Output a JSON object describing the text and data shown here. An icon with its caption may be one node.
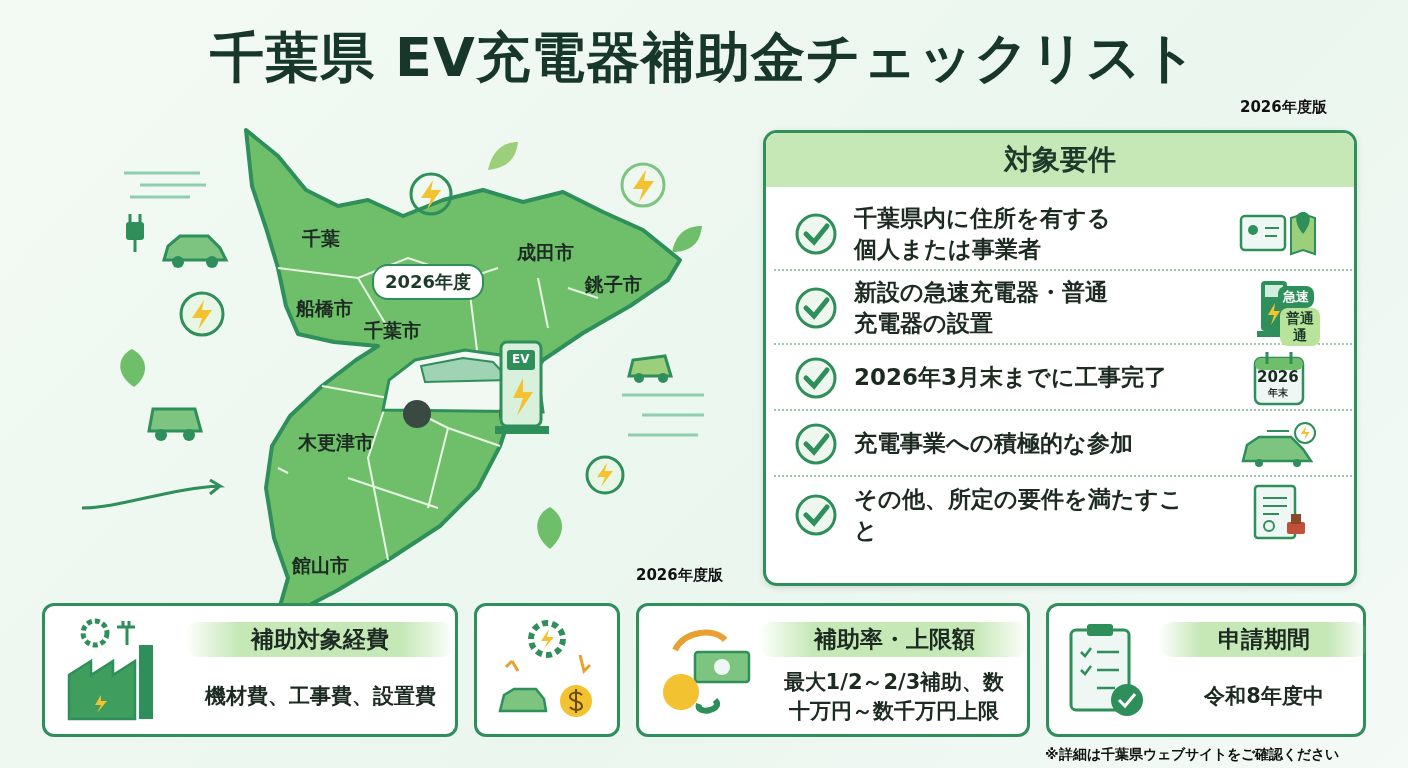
{
  "diagram": {
    "title": "千葉県 EV充電器補助金チェックリスト",
    "nodes": [
      {
        "text": [
          "対象要件"
        ]
      },
      {
        "text": [
          "千葉県内に住所を有する個人または事業者"
        ],
        "in": 0
      },
      {
        "text": [
          "新設の急速充電器・普通充電器の設置"
        ],
        "in": 0
      },
      {
        "text": [
          "2026年3月末までに工事完了"
        ],
        "in": 0
      },
      {
        "text": [
          "充電事業への積極的な参加"
        ],
        "in": 0
      },
      {
        "text": [
          "その他、所定の要件を満たすこと"
        ],
        "in": 0
      },
      {
        "text": [
          "補助対象経費",
          "機材費、工事費、設置費"
        ]
      },
      {
        "text": [],
        "shape": "box"
      },
      {
        "text": [
          "補助率・上限額",
          "最大1/2～2/3補助、数十万円～数千万円上限"
        ]
      },
      {
        "text": [
          "申請期間",
          "令和8年度中"
        ]
      },
      {
        "text": [
          "2026年度"
        ]
      }
    ],
    "edges": [],
    "labels": [
      "2026年度版",
      "千葉",
      "成田市",
      "銚子市",
      "船橋市",
      "千葉市",
      "EV",
      "木更津市",
      "館山市",
      "2026年度版",
      "急速",
      "普通通",
      "2026",
      "年末",
      "※詳細は千葉県ウェブサイトをご確認ください"
    ]
  }
}
